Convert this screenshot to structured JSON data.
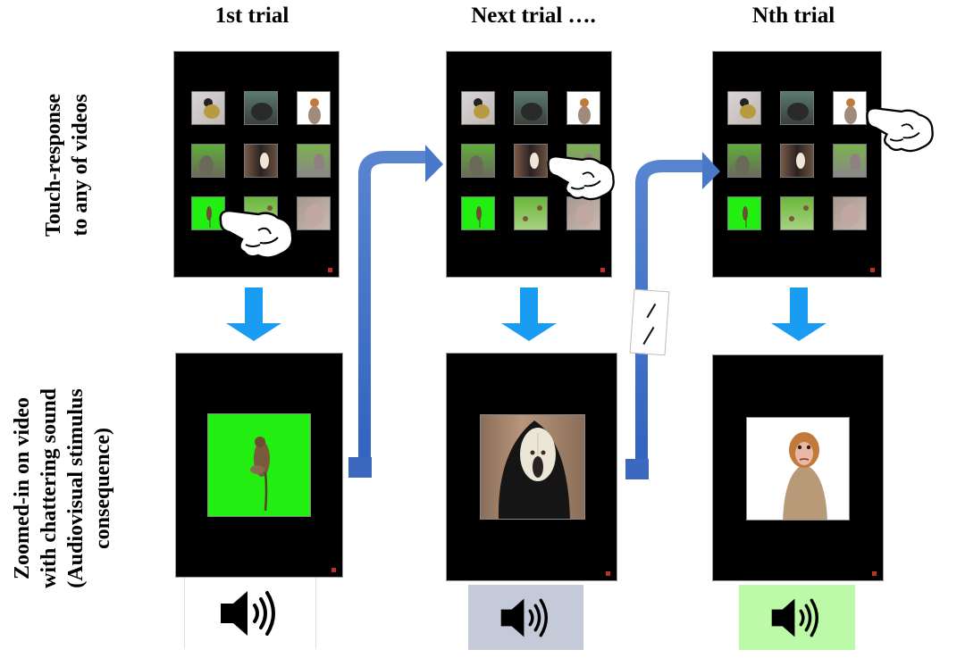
{
  "columns": [
    {
      "title": "1st trial",
      "touched_tile": "row3-col1 (green-screen monkey)",
      "zoomed_video": "monkey on green screen",
      "sound_box_color": "#ffffff"
    },
    {
      "title": "Next trial ….",
      "touched_tile": "row2-col2 (white-faced saki)",
      "zoomed_video": "white-faced saki monkey",
      "sound_box_color": "#c5cad8"
    },
    {
      "title": "Nth trial",
      "touched_tile": "row1-col3 (rhesus macaque on white)",
      "zoomed_video": "rhesus macaque infant on white",
      "sound_box_color": "#bdfaa8"
    }
  ],
  "row_labels": {
    "top": [
      "Touch-response",
      "to any of videos"
    ],
    "bottom": [
      "Zoomed-in on video",
      "with chattering sound",
      "(Audiovisual stimulus",
      "consequence)"
    ]
  },
  "grid_tiles": [
    "squirrel monkey",
    "gorilla",
    "rhesus macaque (white bg)",
    "lemurs in forest",
    "white-faced saki",
    "monkey on rock",
    "monkey on green screen",
    "monkeys in trees",
    "snow monkey"
  ],
  "icons": {
    "pointer": "pointing-hand-icon",
    "sound": "speaker-sound-icon",
    "flow": "bent-arrow-icon",
    "step": "down-arrow-icon",
    "break": "double-slash-break-icon"
  },
  "colors": {
    "down_arrow": "#1a9cf2",
    "bent_arrow": "#4472c4",
    "green_screen": "#22ee11",
    "indicator_dot": "#c0302a"
  }
}
